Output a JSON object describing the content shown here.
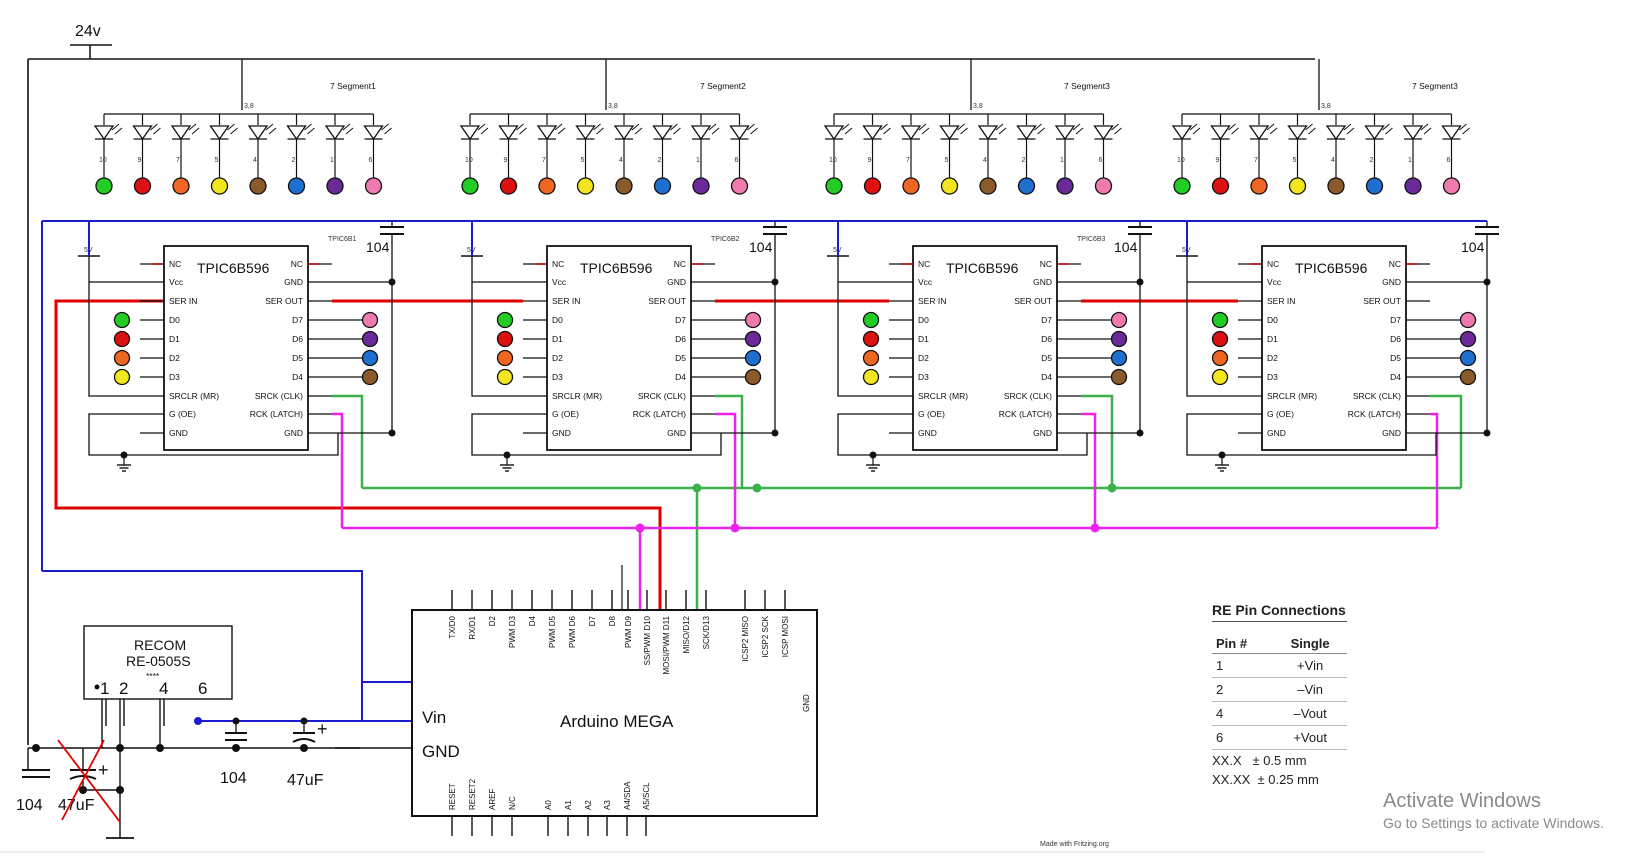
{
  "supply_label": "24v",
  "segments": [
    {
      "label": "7 Segment1",
      "common": "3,8",
      "pins": [
        "10",
        "9",
        "7",
        "5",
        "4",
        "2",
        "1",
        "6"
      ]
    },
    {
      "label": "7 Segment2",
      "common": "3,8",
      "pins": [
        "10",
        "9",
        "7",
        "5",
        "4",
        "2",
        "1",
        "6"
      ]
    },
    {
      "label": "7 Segment3",
      "common": "3,8",
      "pins": [
        "10",
        "9",
        "7",
        "5",
        "4",
        "2",
        "1",
        "6"
      ]
    },
    {
      "label": "7 Segment3",
      "common": "3,8",
      "pins": [
        "10",
        "9",
        "7",
        "5",
        "4",
        "2",
        "1",
        "6"
      ]
    }
  ],
  "chips": [
    {
      "label": "TPIC6B1",
      "name": "TPIC6B596",
      "vcc_label": "5V",
      "cap_label": "104"
    },
    {
      "label": "TPIC6B2",
      "name": "TPIC6B596",
      "vcc_label": "5V",
      "cap_label": "104"
    },
    {
      "label": "TPIC6B3",
      "name": "TPIC6B596",
      "vcc_label": "5V",
      "cap_label": "104"
    },
    {
      "label": "",
      "name": "TPIC6B596",
      "vcc_label": "5V",
      "cap_label": "104"
    }
  ],
  "chip_pins_left": [
    "NC",
    "Vcc",
    "SER IN",
    "D0",
    "D1",
    "D2",
    "D3",
    "SRCLR (MR)",
    "G (OE)",
    "GND"
  ],
  "chip_pins_right": [
    "NC",
    "GND",
    "SER OUT",
    "D7",
    "D6",
    "D5",
    "D4",
    "SRCK (CLK)",
    "RCK (LATCH)",
    "GND"
  ],
  "led_colors": [
    "#22cc22",
    "#dd1111",
    "#ee6622",
    "#f2e61e",
    "#8b5a2b",
    "#1f6fd0",
    "#6a2a9a",
    "#ee7ab0"
  ],
  "wire_colors": {
    "data": "#e00000",
    "clock": "#3cb04a",
    "latch": "#ee22ee",
    "vcc": "#1a1ad0",
    "ground": "#111111"
  },
  "arduino": {
    "name": "Arduino MEGA",
    "top_pins": [
      "TX/D0",
      "RX/D1",
      "D2",
      "PWM D3",
      "D4",
      "PWM D5",
      "PWM D6",
      "D7",
      "D8",
      "PWM D9",
      "SS/PWM D10",
      "MOSI/PWM D11",
      "MISO/D12",
      "SCK/D13",
      "ICSP2 MISO",
      "ICSP2 SCK",
      "ICSP MOSI"
    ],
    "bottom_pins": [
      "RESET",
      "RESET2",
      "AREF",
      "N/C",
      "A0",
      "A1",
      "A2",
      "A3",
      "A4/SDA",
      "A5/SCL"
    ],
    "left_labels": [
      "Vin",
      "GND"
    ],
    "right_label": "GND"
  },
  "regulator": {
    "brand": "RECOM",
    "model": "RE-0505S",
    "stars": "****",
    "pins": [
      "1",
      "2",
      "4",
      "6"
    ]
  },
  "caps": {
    "c104_a": "104",
    "c47_a": "47uF",
    "c104_b": "104",
    "c47_b": "47uF",
    "plus": "+"
  },
  "re_table": {
    "title": "RE Pin Connections",
    "headers": [
      "Pin #",
      "Single"
    ],
    "rows": [
      [
        "1",
        "+Vin"
      ],
      [
        "2",
        "–Vin"
      ],
      [
        "4",
        "–Vout"
      ],
      [
        "6",
        "+Vout"
      ]
    ],
    "tolerances": [
      "XX.X   ± 0.5 mm",
      "XX.XX  ± 0.25 mm"
    ]
  },
  "footer": "Made with Fritzing.org",
  "watermark": {
    "line1": "Activate Windows",
    "line2": "Go to Settings to activate Windows."
  }
}
